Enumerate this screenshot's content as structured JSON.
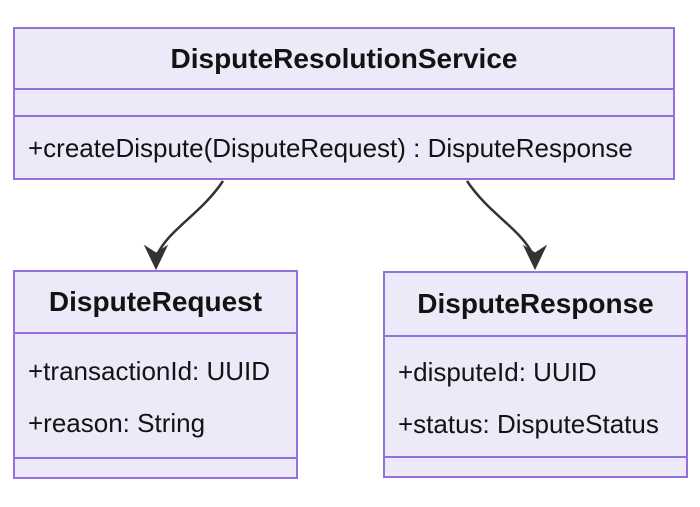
{
  "diagram": {
    "kind": "uml-class-diagram",
    "colors": {
      "box_fill": "#ECEAF9",
      "box_border": "#9370DB",
      "text": "#131313",
      "arrow": "#333333",
      "canvas_bg": "#ffffff"
    },
    "classes": [
      {
        "name": "DisputeResolutionService",
        "attributes": [],
        "methods": [
          "+createDispute(DisputeRequest) : DisputeResponse"
        ]
      },
      {
        "name": "DisputeRequest",
        "attributes": [
          "+transactionId: UUID",
          "+reason: String"
        ],
        "methods": []
      },
      {
        "name": "DisputeResponse",
        "attributes": [
          "+disputeId: UUID",
          "+status: DisputeStatus"
        ],
        "methods": []
      }
    ],
    "relations": [
      {
        "from": "DisputeResolutionService",
        "to": "DisputeRequest",
        "style": "solid-arrow"
      },
      {
        "from": "DisputeResolutionService",
        "to": "DisputeResponse",
        "style": "solid-arrow"
      }
    ]
  }
}
